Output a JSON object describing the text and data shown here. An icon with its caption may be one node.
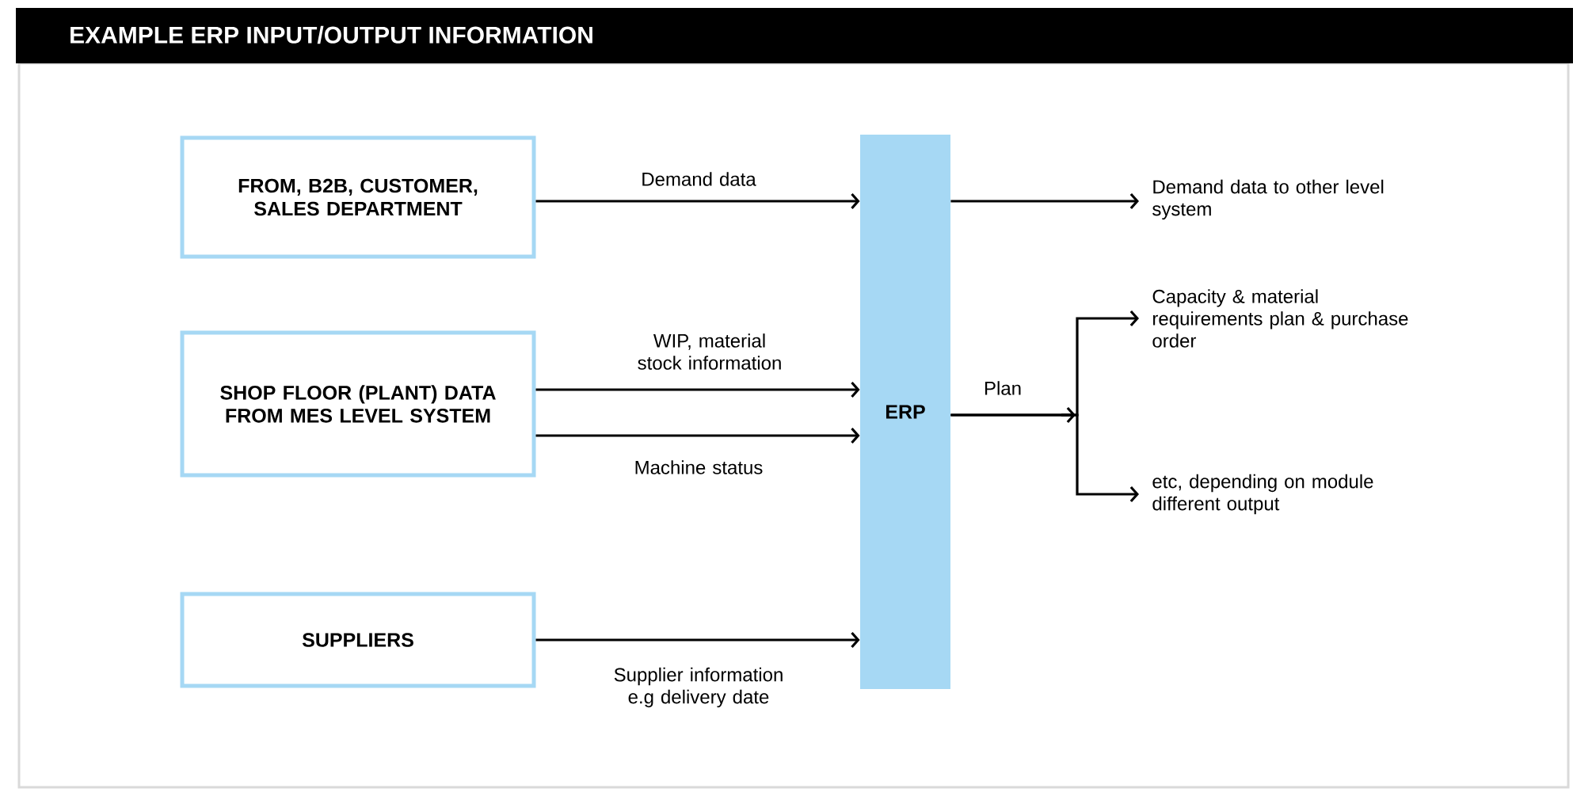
{
  "diagram": {
    "title": "EXAMPLE ERP INPUT/OUTPUT INFORMATION",
    "nodes": [
      {
        "text": [
          "FROM, B2B, CUSTOMER, SALES DEPARTMENT"
        ]
      },
      {
        "text": [
          "SHOP FLOOR (PLANT) DATA FROM MES LEVEL SYSTEM"
        ]
      },
      {
        "text": [
          "SUPPLIERS"
        ]
      },
      {
        "text": [
          "ERP"
        ]
      },
      {
        "text": [
          "Demand data to other level system"
        ]
      },
      {
        "text": [
          "Capacity & material requirements plan & purchase order"
        ]
      },
      {
        "text": [
          "etc, depending on module different output"
        ]
      }
    ],
    "edges": [
      {
        "from": 0,
        "to": 3,
        "arrow": "to",
        "label": "Demand data"
      },
      {
        "from": 1,
        "to": 3,
        "arrow": "to",
        "label": "WIP, material stock information"
      },
      {
        "from": 1,
        "to": 3,
        "arrow": "to",
        "label": "Machine status"
      },
      {
        "from": 2,
        "to": 3,
        "arrow": "to",
        "label": "Supplier information e.g delivery date"
      },
      {
        "from": 3,
        "to": 4,
        "arrow": "to"
      },
      {
        "from": 3,
        "to": 5,
        "arrow": "to",
        "label": "Plan"
      },
      {
        "from": 3,
        "to": 6,
        "arrow": "to"
      }
    ]
  }
}
